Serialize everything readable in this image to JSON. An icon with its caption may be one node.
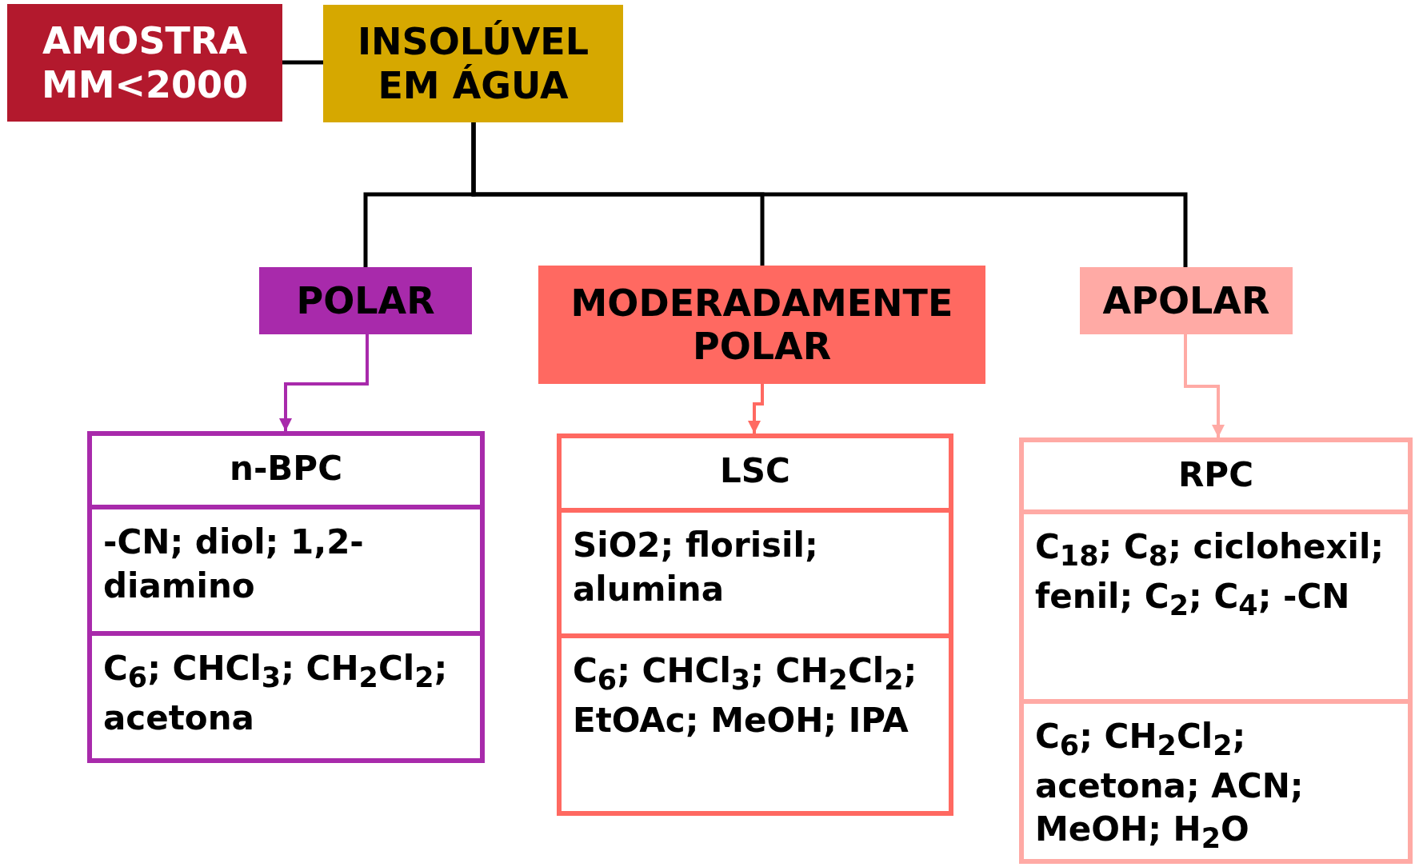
{
  "diagram": {
    "nodes": [
      {
        "text": [
          "AMOSTRA MM<2000"
        ]
      },
      {
        "text": [
          "INSOLÚVEL EM ÁGUA"
        ]
      },
      {
        "text": [
          "POLAR"
        ]
      },
      {
        "text": [
          "MODERADAMENTE POLAR"
        ]
      },
      {
        "text": [
          "APOLAR"
        ]
      },
      {
        "text": [
          "n-BPC",
          "-CN; diol; 1,2-diamino",
          "C$_{6}$; CHCl$_{3}$; CH$_{2}$Cl$_{2}$; acetona"
        ]
      },
      {
        "text": [
          "LSC",
          "SiO2; florisil; alumina",
          "C$_{6}$; CHCl$_{3}$; CH$_{2}$Cl$_{2}$; EtOAc; MeOH; IPA"
        ]
      },
      {
        "text": [
          "RPC",
          "C$_{18}$; C$_{8}$; ciclohexil; fenil; C$_{2}$; C$_{4}$; -CN",
          "C$_{6}$; CH$_{2}$Cl$_{2}$; acetona; ACN; MeOH; H$_{2}$O"
        ]
      }
    ],
    "edges": [
      {
        "from": 0,
        "to": 1,
        "arrow": "none"
      },
      {
        "from": 1,
        "to": 2,
        "arrow": "none"
      },
      {
        "from": 1,
        "to": 3,
        "arrow": "none"
      },
      {
        "from": 1,
        "to": 4,
        "arrow": "none"
      },
      {
        "from": 2,
        "to": 5,
        "arrow": "to",
        "color": "#a82aab"
      },
      {
        "from": 3,
        "to": 6,
        "arrow": "to",
        "color": "#ff6961"
      },
      {
        "from": 4,
        "to": 7,
        "arrow": "to",
        "color": "#ffaaa5"
      }
    ]
  }
}
